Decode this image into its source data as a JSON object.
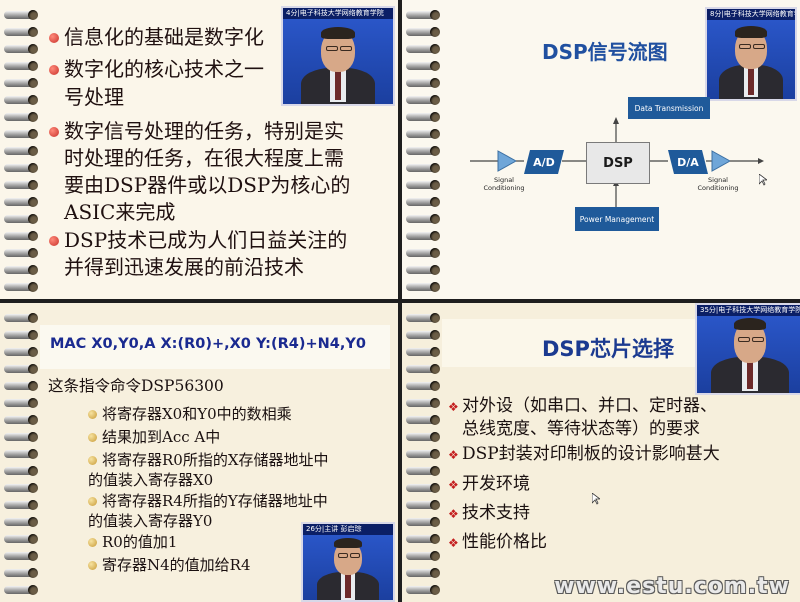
{
  "panel1": {
    "bullets": [
      {
        "lines": [
          "信息化的基础是数字化"
        ]
      },
      {
        "lines": [
          "数字化的核心技术之一",
          "号处理"
        ]
      },
      {
        "lines": [
          "数字信号处理的任务，特别是实",
          "时处理的任务，在很大程度上需",
          "要由DSP器件或以DSP为核心的",
          "ASIC来完成"
        ]
      },
      {
        "lines": [
          "DSP技术已成为人们日益关注的",
          "并得到迅速发展的前沿技术"
        ]
      }
    ],
    "video_caption": "4分|电子科技大学网络教育学院"
  },
  "panel2": {
    "title": "DSP信号流图",
    "video_caption": "8分|电子科技大学网络教育学院",
    "diagram": {
      "data_transmission": "Data Transmission",
      "ad": "A/D",
      "dsp": "DSP",
      "da": "D/A",
      "power": "Power Management",
      "sig_left": [
        "Signal",
        "Conditioning"
      ],
      "sig_right": [
        "Signal",
        "Conditioning"
      ]
    }
  },
  "panel3": {
    "instruction": "MAC X0,Y0,A X:(R0)+,X0 Y:(R4)+N4,Y0",
    "intro": "这条指令命令DSP56300",
    "items": [
      {
        "lines": [
          "将寄存器X0和Y0中的数相乘"
        ]
      },
      {
        "lines": [
          "结果加到Acc A中"
        ]
      },
      {
        "lines": [
          "将寄存器R0所指的X存储器地址中",
          "的值装入寄存器X0"
        ]
      },
      {
        "lines": [
          "将寄存器R4所指的Y存储器地址中",
          "的值装入寄存器Y0"
        ]
      },
      {
        "lines": [
          "R0的值加1"
        ]
      },
      {
        "lines": [
          "寄存器N4的值加给R4"
        ]
      }
    ],
    "video_caption": "26分|主讲 彭启琮"
  },
  "panel4": {
    "title": "DSP芯片选择",
    "video_caption": "35分|电子科技大学网络教育学院",
    "items": [
      {
        "lines": [
          "对外设（如串口、并口、定时器、",
          "总线宽度、等待状态等）的要求"
        ]
      },
      {
        "lines": [
          "DSP封装对印制板的设计影响甚大"
        ]
      },
      {
        "lines": [
          "开发环境"
        ]
      },
      {
        "lines": [
          "技术支持"
        ]
      },
      {
        "lines": [
          "性能价格比"
        ]
      }
    ]
  },
  "watermark": "www.estu.com.tw",
  "colors": {
    "accent": "#2050a0",
    "bullet": "#c8302a",
    "diagram_box": "#1f5a9a"
  }
}
